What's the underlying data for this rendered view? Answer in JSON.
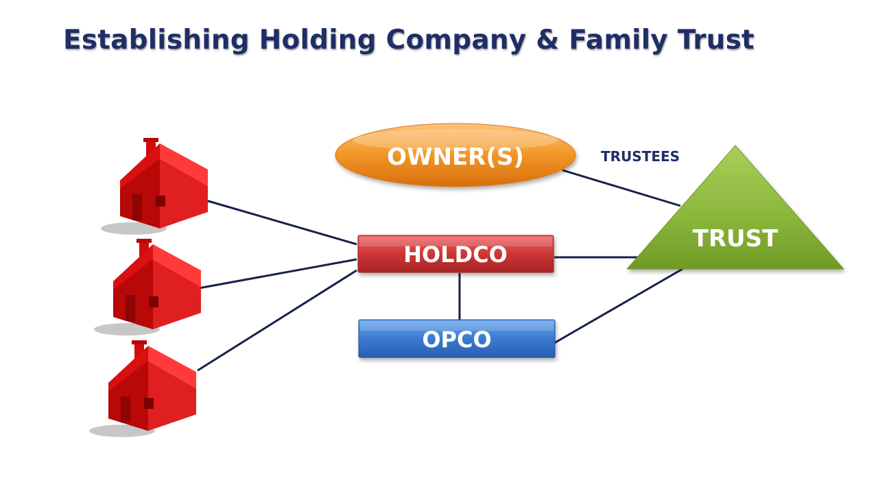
{
  "slide": {
    "title": "Establishing Holding Company & Family Trust"
  },
  "nodes": {
    "owners": {
      "label": "OWNER(S)",
      "color": "#ef8a1c"
    },
    "holdco": {
      "label": "HOLDCO",
      "color": "#c83a3a"
    },
    "opco": {
      "label": "OPCO",
      "color": "#3a78cc"
    },
    "trust": {
      "label": "TRUST",
      "color": "#8cb53a"
    },
    "trustees_label": "TRUSTEES"
  },
  "houses": {
    "count": 3,
    "color": "#e01010",
    "icon": "house-icon"
  },
  "colors": {
    "title": "#1f2e66",
    "connector": "#16204a"
  }
}
